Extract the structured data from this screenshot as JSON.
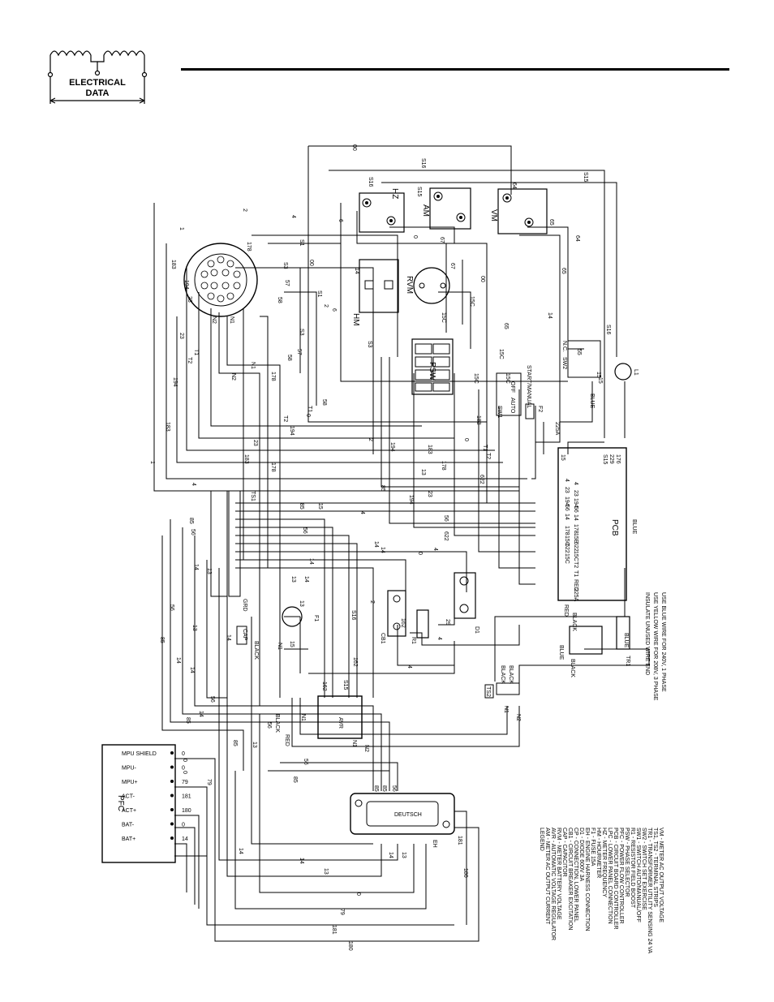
{
  "header": {
    "logo_line1": "ELECTRICAL",
    "logo_line2": "DATA"
  },
  "components": {
    "hz": "HZ",
    "am": "AM",
    "vm": "VM",
    "hm": "HM",
    "rvm": "RVM",
    "cp": "CP",
    "psw": "PSW",
    "sw1": "SW1",
    "sw2": "SW2",
    "sw2_nc": "N.C.",
    "l1": "L1",
    "f1": "F1",
    "f2": "F2",
    "cb1": "CB1",
    "r1": "R1",
    "d1": "D1",
    "cap": "CAP",
    "grd": "GRD",
    "avr": "AVR",
    "pcb": "PCB",
    "pfc": "PFC",
    "eh": "EH",
    "ts1": "TS1",
    "ts2": "TS2",
    "tr1": "TR1",
    "deutsch": "DEUTSCH",
    "start_manual": "START/MANUAL",
    "off": "OFF",
    "auto": "AUTO"
  },
  "pfc_terminals": [
    "MPU SHIELD",
    "MPU-",
    "MPU+",
    "ACT-",
    "ACT+",
    "BAT-",
    "BAT+"
  ],
  "pfc_wires": [
    "0",
    "0",
    "79",
    "181",
    "180",
    "0",
    "14"
  ],
  "wire_labels": {
    "w00": "00",
    "s16": "S16",
    "s15": "S15",
    "w64": "64",
    "w65": "65",
    "w67": "67",
    "w14": "14",
    "w0": "0",
    "w15c": "15C",
    "w2": "2",
    "w4": "4",
    "w6": "6",
    "w1": "1",
    "s1": "S1",
    "s3": "S3",
    "w178": "178",
    "w183": "183",
    "w194": "194",
    "w23": "23",
    "t1": "T1",
    "t2": "T2",
    "n1": "N1",
    "n2": "N2",
    "w57": "57",
    "w58": "58",
    "w13": "13",
    "w56": "56",
    "w85": "85",
    "w622": "622",
    "w229": "229",
    "w225a": "225A",
    "w15": "15",
    "w162": "162",
    "w29": "29",
    "w79": "79",
    "w181": "181",
    "w180": "180",
    "w55": "55",
    "red": "RED",
    "black": "BLACK",
    "blue": "BLUE"
  },
  "pcb_row_top": [
    "S15",
    "229",
    "176"
  ],
  "pcb_row_mid": [
    "4",
    "23",
    "194",
    "56",
    "14"
  ],
  "pcb_row_lower": [
    "178",
    "15E",
    "622",
    "15C"
  ],
  "pcb_row_bottom": [
    "T2",
    "T1",
    "RED",
    "225A"
  ],
  "notes": [
    "USE BLUE WIRE FOR 240V, 1 PHASE",
    "USE YELLOW WIRE FOR 208V, 3 PHASE",
    "INSULATE UNUSED WIRE END"
  ],
  "legend_title": "LEGEND",
  "legend": [
    "AM - METER AC OUTPUT CURRENT",
    "AVR - AUTOMATIC VOLTAGE REGULATOR",
    "RVM - METER BATTERY VOLTAGE",
    "CAP - CAPACITOR",
    "CB1 - CIRCUIT BREAKER EXCITATION",
    "CP - CONNECTION, LOWER PANEL",
    "D1 - DIODE 600V 3A",
    "EH - ENGINE HARNESS CONNECTION",
    "F1 - FUSE 15A",
    "HM - HOURMETER",
    "HZ - METER FREQUENCY",
    "LPC - LOWER PANEL CONNECTION",
    "PCB - CIRCUIT BOARD CONTROLLER",
    "PFC - POWER FLOW CONTROLLER",
    "PSW - PHASE SELECTOR",
    "R1 - RESISTOR FIELD BOOST",
    "SW1 - SWITCH AUTO/MANUAL/OFF",
    "SW2 - SWITCH SET EXERCISE",
    "TR1 - TRANSFORMER UTILITY SENSING 24 VA",
    "TS1, TS2 - TERMINAL STRIPS",
    "VM - METER AC OUTPUT VOLTAGE"
  ]
}
